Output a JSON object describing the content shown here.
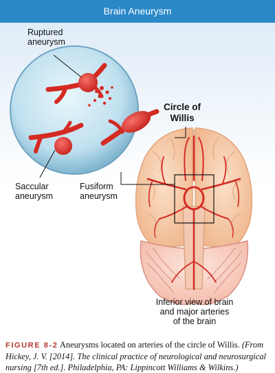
{
  "title": "Brain Aneurysm",
  "labels": {
    "ruptured": [
      "Ruptured",
      "aneurysm"
    ],
    "saccular": [
      "Saccular",
      "aneurysm"
    ],
    "fusiform": [
      "Fusiform",
      "aneurysm"
    ],
    "circle": [
      "Circle of",
      "Willis"
    ],
    "inferior": [
      "Inferior view of brain",
      "and major arteries",
      "of the brain"
    ]
  },
  "caption": {
    "figure": "FIGURE 8-2",
    "text": " Aneurysms located on arteries of the circle of Willis. ",
    "source": "(From Hickey, J. V. [2014]. The clinical practice of neurological and neurosurgical nursing [7th ed.]. Philadelphia, PA: Lippincott Williams & Wilkins.)"
  },
  "colors": {
    "title_bar": "#2a88c8",
    "artery": "#d42a22",
    "brain": "#f4c7a3",
    "circle_bg": "#bfe0ef",
    "figure_label": "#b5342c"
  }
}
